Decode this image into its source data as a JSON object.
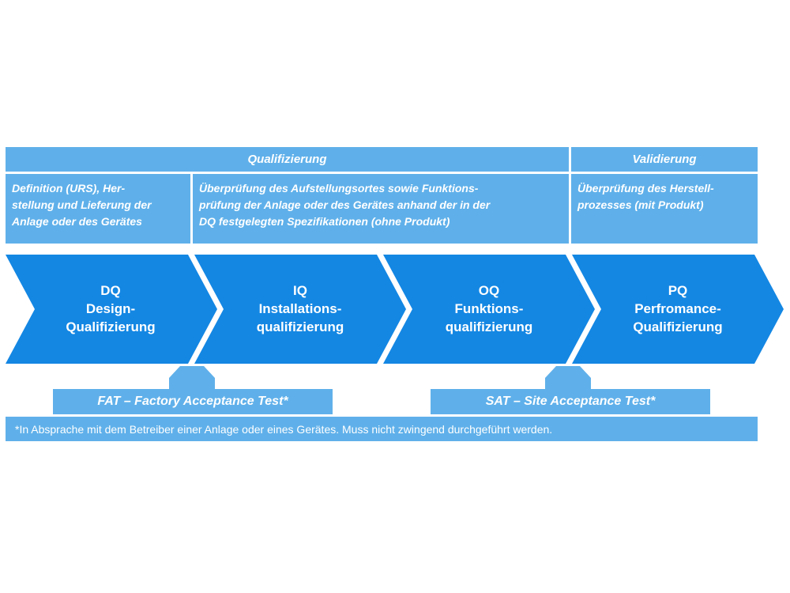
{
  "header": {
    "qualifizierung": "Qualifizierung",
    "validierung": "Validierung"
  },
  "descriptions": {
    "dq": "Definition (URS), Her-\nstellung und Lieferung der\nAnlage oder des Gerätes",
    "iq_oq": "Überprüfung des Aufstellungsortes sowie Funktions-\nprüfung der Anlage oder des Gerätes anhand der in der\nDQ festgelegten Spezifikationen (ohne Produkt)",
    "pq": "Überprüfung des Herstell-\nprozesses (mit Produkt)"
  },
  "phases": [
    {
      "abbr": "DQ",
      "line1": "Design-",
      "line2": "Qualifizierung"
    },
    {
      "abbr": "IQ",
      "line1": "Installations-",
      "line2": "qualifizierung"
    },
    {
      "abbr": "OQ",
      "line1": "Funktions-",
      "line2": "qualifizierung"
    },
    {
      "abbr": "PQ",
      "line1": "Perfromance-",
      "line2": "Qualifizierung"
    }
  ],
  "tests": {
    "fat": "FAT – Factory Acceptance Test*",
    "sat": "SAT – Site Acceptance Test*"
  },
  "footnote": "*In Absprache mit dem Betreiber einer Anlage oder eines Gerätes. Muss nicht zwingend durchgeführt werden.",
  "colors": {
    "light_blue": "#5fb0ea",
    "chevron_blue": "#1487e3",
    "text": "#ffffff"
  }
}
